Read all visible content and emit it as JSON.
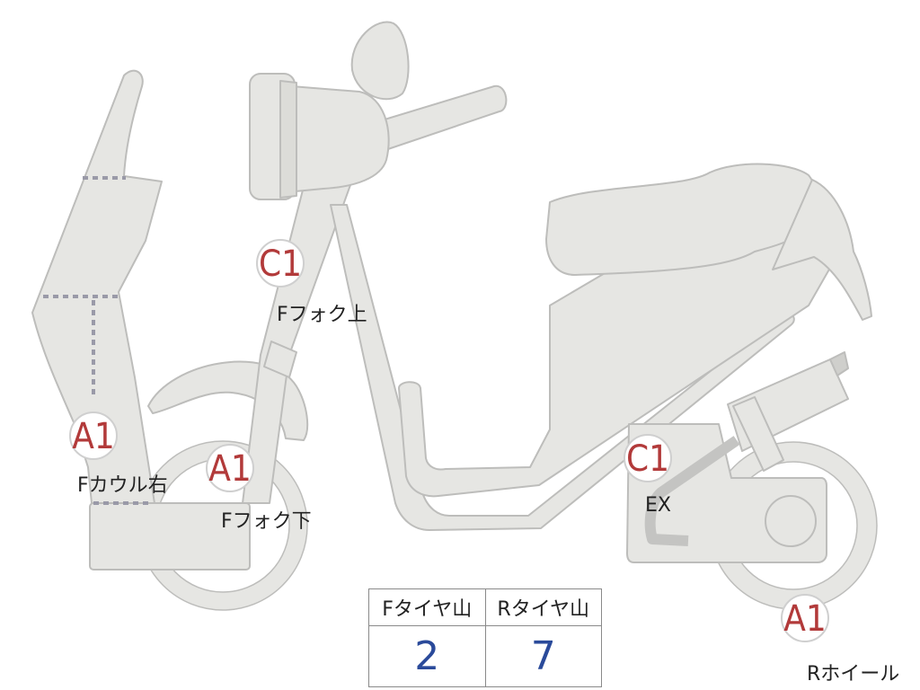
{
  "colors": {
    "body_fill": "#e6e6e3",
    "body_stroke": "#bdbdbb",
    "badge_text": "#b23a3a",
    "score_text": "#2a4a9a",
    "divider_dots": "#9a9aa8"
  },
  "badges": [
    {
      "id": "fork-top",
      "grade": "C1",
      "label": "Fフォク上"
    },
    {
      "id": "cowl-right",
      "grade": "A1",
      "label": "Fカウル右"
    },
    {
      "id": "fork-bottom",
      "grade": "A1",
      "label": "Fフォク下"
    },
    {
      "id": "exhaust",
      "grade": "C1",
      "label": "EX"
    },
    {
      "id": "rear-wheel",
      "grade": "A1",
      "label": "Rホイール"
    }
  ],
  "tire_table": {
    "headers": [
      "Fタイヤ山",
      "Rタイヤ山"
    ],
    "values": [
      "2",
      "7"
    ]
  }
}
